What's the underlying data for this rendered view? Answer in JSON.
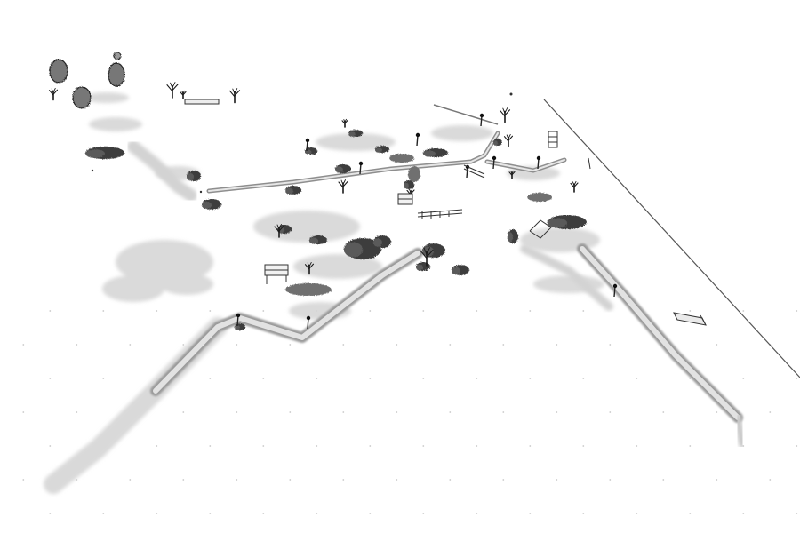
{
  "scene": {
    "view": "isometric-park-sketch",
    "style": "grayscale-pencil",
    "colors": {
      "background": "#ffffff",
      "path": "#9a9a9a",
      "path_edge": "#5e5e5e",
      "foliage": "#3c3c3c",
      "ground_patch": "#d6d6d6",
      "pond": "#6f6f6f",
      "ink": "#1a1a1a"
    },
    "objects": {
      "trees": 14,
      "bushes": 12,
      "lamps": 10,
      "ponds": 3,
      "benches": 2,
      "fences": 3,
      "clouds": 4
    }
  }
}
